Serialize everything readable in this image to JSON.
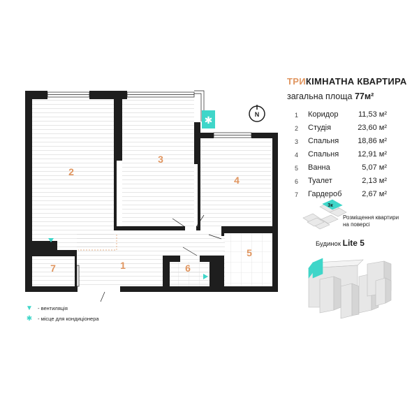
{
  "header": {
    "title_accent": "ТРИ",
    "title_rest": "КІМНАТНА КВАРТИРА",
    "area_label": "загальна площа",
    "area_value": "77м²"
  },
  "rooms": [
    {
      "number": "1",
      "name": "Коридор",
      "area": "11,53 м²"
    },
    {
      "number": "2",
      "name": "Студія",
      "area": "23,60 м²"
    },
    {
      "number": "3",
      "name": "Спальня",
      "area": "18,86 м²"
    },
    {
      "number": "4",
      "name": "Спальня",
      "area": "12,91 м²"
    },
    {
      "number": "5",
      "name": "Ванна",
      "area": "5,07 м²"
    },
    {
      "number": "6",
      "name": "Туалет",
      "area": "2,13 м²"
    },
    {
      "number": "7",
      "name": "Гардероб",
      "area": "2,67 м²"
    }
  ],
  "placement": {
    "floor_badge": "3к",
    "label": "Розміщення квартири на поверсі"
  },
  "building": {
    "prefix": "Будинок",
    "name": "Lite 5"
  },
  "compass": {
    "letter": "N"
  },
  "legend": [
    {
      "icon": "ventilation-triangle-icon",
      "symbol": "▼",
      "label": "- вентиляція"
    },
    {
      "icon": "air-conditioner-snowflake-icon",
      "symbol": "✱",
      "label": "- місце для кондиціонера"
    }
  ],
  "colors": {
    "accent": "#e0955f",
    "teal": "#3fd6c9",
    "wall": "#1e1e1e"
  }
}
